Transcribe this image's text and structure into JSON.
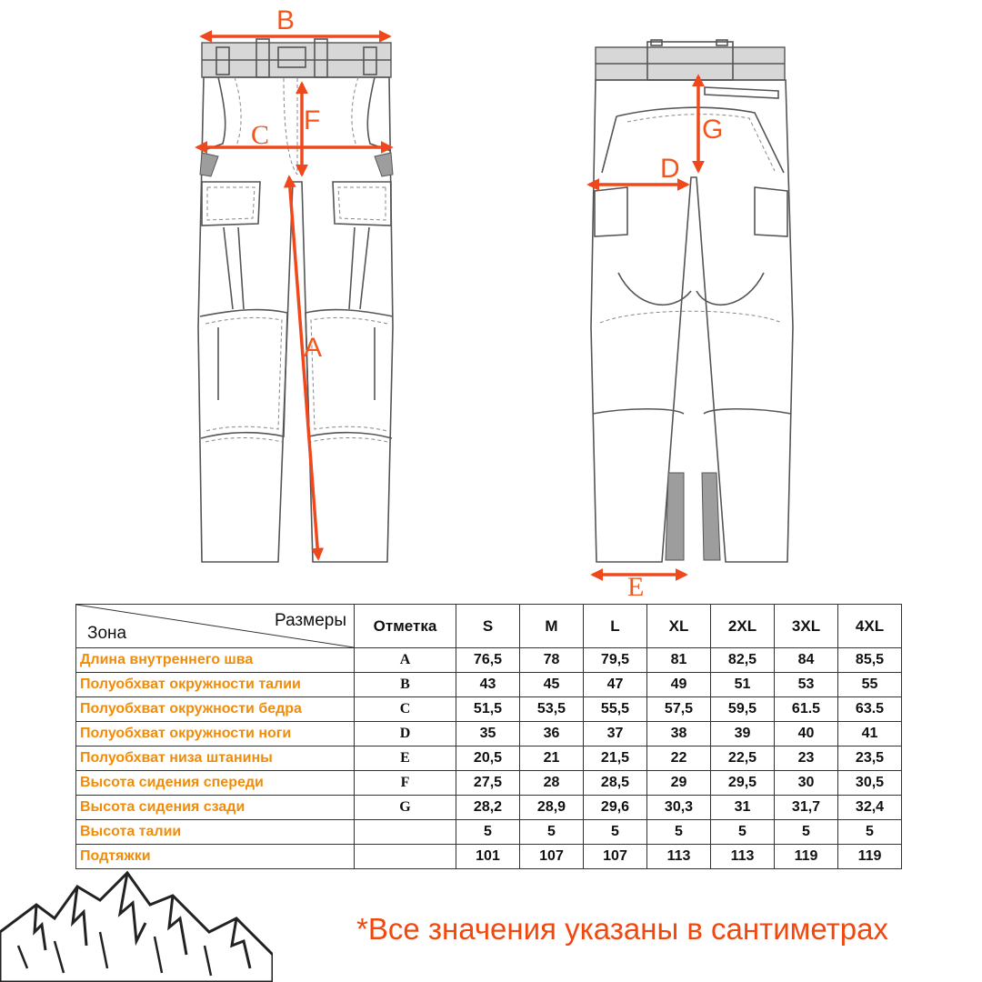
{
  "labels": {
    "a": "A",
    "b": "B",
    "c": "C",
    "d": "D",
    "e": "E",
    "f": "F",
    "g": "G"
  },
  "table": {
    "corner_top": "Размеры",
    "corner_bottom": "Зона",
    "mark_header": "Отметка",
    "sizes": [
      "S",
      "M",
      "L",
      "XL",
      "2XL",
      "3XL",
      "4XL"
    ],
    "rows": [
      {
        "zone": "Длина внутреннего шва",
        "mark": "A",
        "values": [
          "76,5",
          "78",
          "79,5",
          "81",
          "82,5",
          "84",
          "85,5"
        ]
      },
      {
        "zone": "Полуобхват окружности талии",
        "mark": "B",
        "values": [
          "43",
          "45",
          "47",
          "49",
          "51",
          "53",
          "55"
        ]
      },
      {
        "zone": "Полуобхват окружности бедра",
        "mark": "C",
        "values": [
          "51,5",
          "53,5",
          "55,5",
          "57,5",
          "59,5",
          "61.5",
          "63.5"
        ]
      },
      {
        "zone": "Полуобхват окружности ноги",
        "mark": "D",
        "values": [
          "35",
          "36",
          "37",
          "38",
          "39",
          "40",
          "41"
        ]
      },
      {
        "zone": "Полуобхват низа штанины",
        "mark": "E",
        "values": [
          "20,5",
          "21",
          "21,5",
          "22",
          "22,5",
          "23",
          "23,5"
        ]
      },
      {
        "zone": "Высота сидения спереди",
        "mark": "F",
        "values": [
          "27,5",
          "28",
          "28,5",
          "29",
          "29,5",
          "30",
          "30,5"
        ]
      },
      {
        "zone": "Высота сидения сзади",
        "mark": "G",
        "values": [
          "28,2",
          "28,9",
          "29,6",
          "30,3",
          "31",
          "31,7",
          "32,4"
        ]
      },
      {
        "zone": "Высота талии",
        "mark": "",
        "values": [
          "5",
          "5",
          "5",
          "5",
          "5",
          "5",
          "5"
        ]
      },
      {
        "zone": "Подтяжки",
        "mark": "",
        "values": [
          "101",
          "107",
          "107",
          "113",
          "113",
          "119",
          "119"
        ]
      }
    ]
  },
  "footnote": "*Все значения указаны в сантиметрах",
  "colors": {
    "accent": "#f0481d",
    "zone_text": "#f08c0a",
    "outline": "#555555"
  }
}
